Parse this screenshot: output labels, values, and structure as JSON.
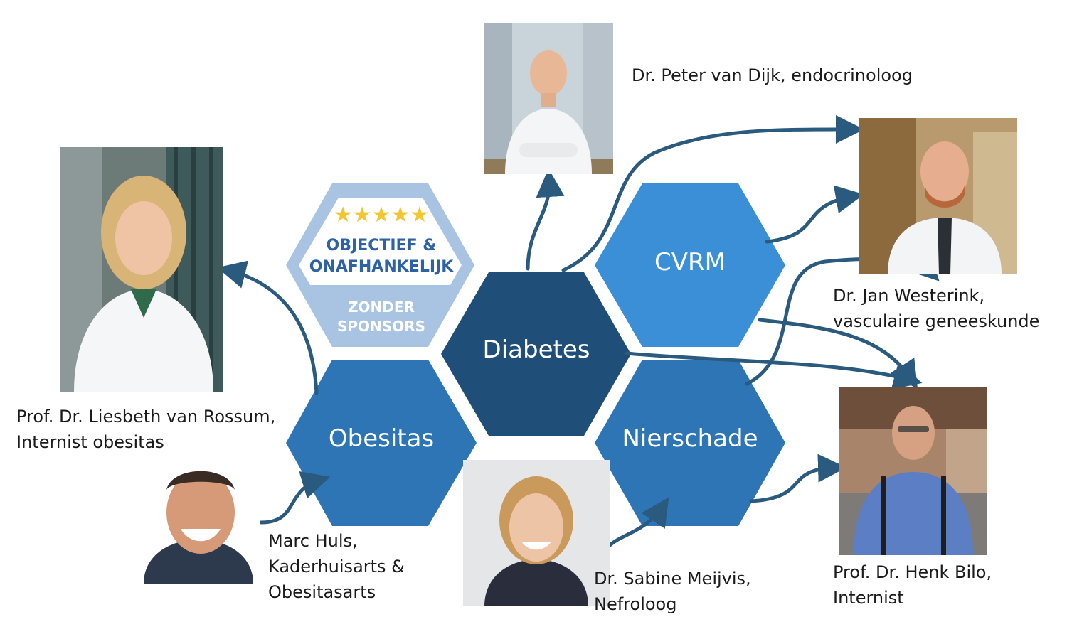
{
  "badge": {
    "stars": "★★★★★",
    "line1": "OBJECTIEF &",
    "line2": "ONAFHANKELIJK",
    "line3": "ZONDER",
    "line4": "SPONSORS"
  },
  "hexagons": {
    "diabetes": "Diabetes",
    "cvrm": "CVRM",
    "obesitas": "Obesitas",
    "nierschade": "Nierschade"
  },
  "people": {
    "van_dijk": {
      "line1": "Dr. Peter van Dijk, endocrinoloog"
    },
    "westerink": {
      "line1": "Dr. Jan Westerink,",
      "line2": "vasculaire geneeskunde"
    },
    "van_rossum": {
      "line1": "Prof. Dr. Liesbeth van Rossum,",
      "line2": "Internist obesitas"
    },
    "huls": {
      "line1": "Marc Huls,",
      "line2": "Kaderhuisarts &",
      "line3": "Obesitasarts"
    },
    "meijvis": {
      "line1": "Dr. Sabine Meijvis,",
      "line2": "Nefroloog"
    },
    "bilo": {
      "line1": "Prof. Dr. Henk Bilo,",
      "line2": "Internist"
    }
  },
  "colors": {
    "diabetes_hex": "#1f4e79",
    "cvrm_hex": "#3a8fd6",
    "obesitas_hex": "#2e75b6",
    "nierschade_hex": "#2e75b6",
    "badge_outer": "#a9c4e2",
    "badge_text": "#2e62a6",
    "badge_stars": "#f2c531",
    "arrow": "#2a5a7e"
  }
}
